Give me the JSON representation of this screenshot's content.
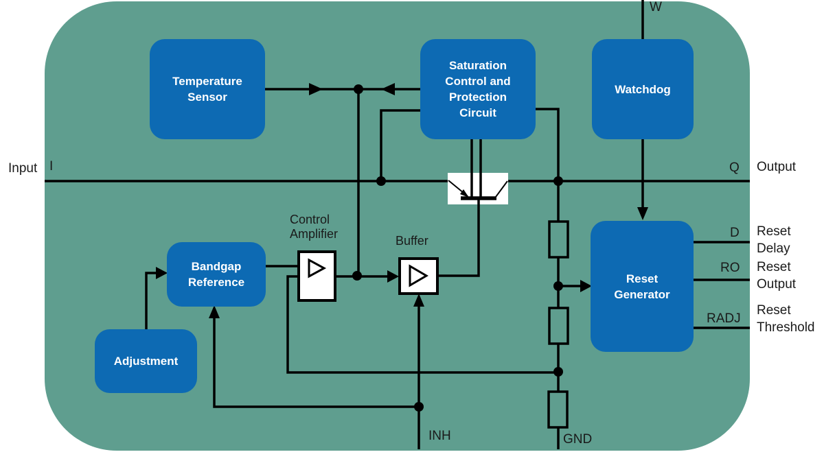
{
  "board": {
    "blocks": {
      "temperature_sensor": "Temperature Sensor",
      "saturation_control": "Saturation Control and Protection Circuit",
      "watchdog": "Watchdog",
      "bandgap_reference": "Bandgap Reference",
      "adjustment": "Adjustment",
      "reset_generator": "Reset Generator"
    },
    "components": {
      "control_amplifier": "Control Amplifier",
      "buffer": "Buffer"
    },
    "pins": {
      "input_label": "Input",
      "input": "I",
      "output": "Q",
      "output_label": "Output",
      "watchdog_input": "W",
      "inhibit": "INH",
      "ground": "GND",
      "reset_delay": "D",
      "reset_delay_label": "Reset Delay",
      "reset_output": "RO",
      "reset_output_label": "Reset Output",
      "reset_threshold": "RADJ",
      "reset_threshold_label": "Reset Threshold"
    },
    "colors": {
      "background": "#ffffff",
      "board_fill": "#5f9e8f",
      "block_fill": "#0d6ab3",
      "block_text": "#ffffff",
      "wire": "#000000",
      "label_text": "#1a1a1a"
    }
  }
}
